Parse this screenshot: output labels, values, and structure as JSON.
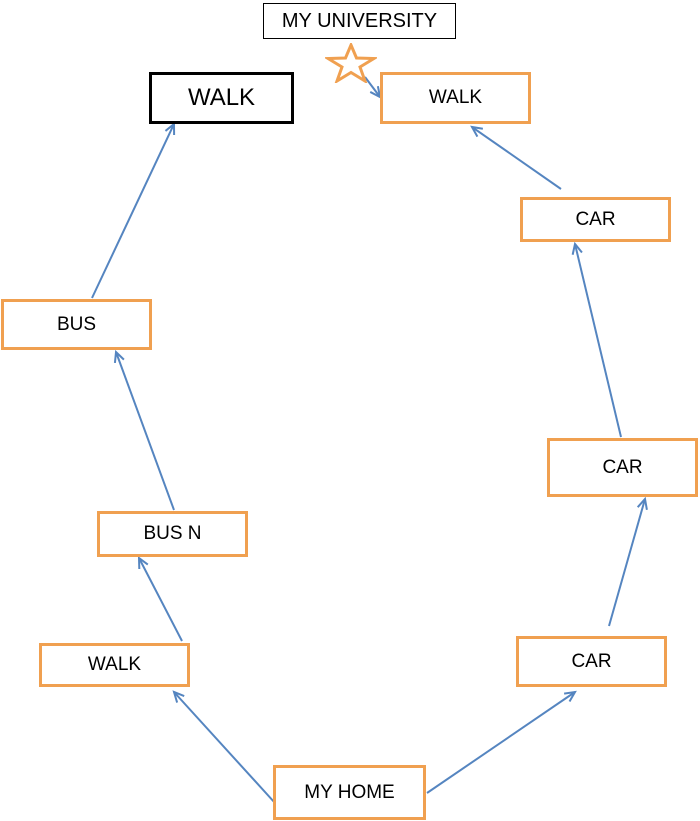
{
  "diagram": {
    "colors": {
      "edge": "#5585c0",
      "node_border": "#f0a050",
      "highlight_border": "#000000",
      "star": "#f0a050"
    },
    "nodes": {
      "university": "MY UNIVERSITY",
      "walk_top_left": "WALK",
      "walk_top_right": "WALK",
      "bus": "BUS",
      "bus_n": "BUS N",
      "walk_left": "WALK",
      "home": "MY HOME",
      "car_bottom": "CAR",
      "car_middle": "CAR",
      "car_top": "CAR"
    },
    "star_icon": "star-outline-icon",
    "edges": [
      {
        "from": "home",
        "to": "walk_left"
      },
      {
        "from": "walk_left",
        "to": "bus_n"
      },
      {
        "from": "bus_n",
        "to": "bus"
      },
      {
        "from": "bus",
        "to": "walk_top_left"
      },
      {
        "from": "home",
        "to": "car_bottom"
      },
      {
        "from": "car_bottom",
        "to": "car_middle"
      },
      {
        "from": "car_middle",
        "to": "car_top"
      },
      {
        "from": "car_top",
        "to": "walk_top_right"
      },
      {
        "from": "university",
        "to": "walk_top_right"
      }
    ]
  }
}
